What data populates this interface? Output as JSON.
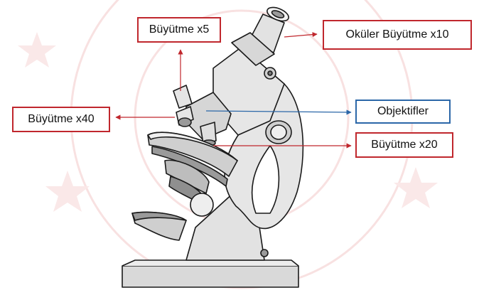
{
  "labels": {
    "ocular": "Oküler Büyütme x10",
    "mag5": "Büyütme x5",
    "mag40": "Büyütme x40",
    "objectives": "Objektifler",
    "mag20": "Büyütme x20"
  },
  "colors": {
    "red": "#c0272d",
    "blue": "#2b67a8",
    "outline": "#1a1a1a",
    "body_fill": "#e6e6e6",
    "dark_fill": "#9a9a9a",
    "watermark": "#f3c9c9"
  }
}
